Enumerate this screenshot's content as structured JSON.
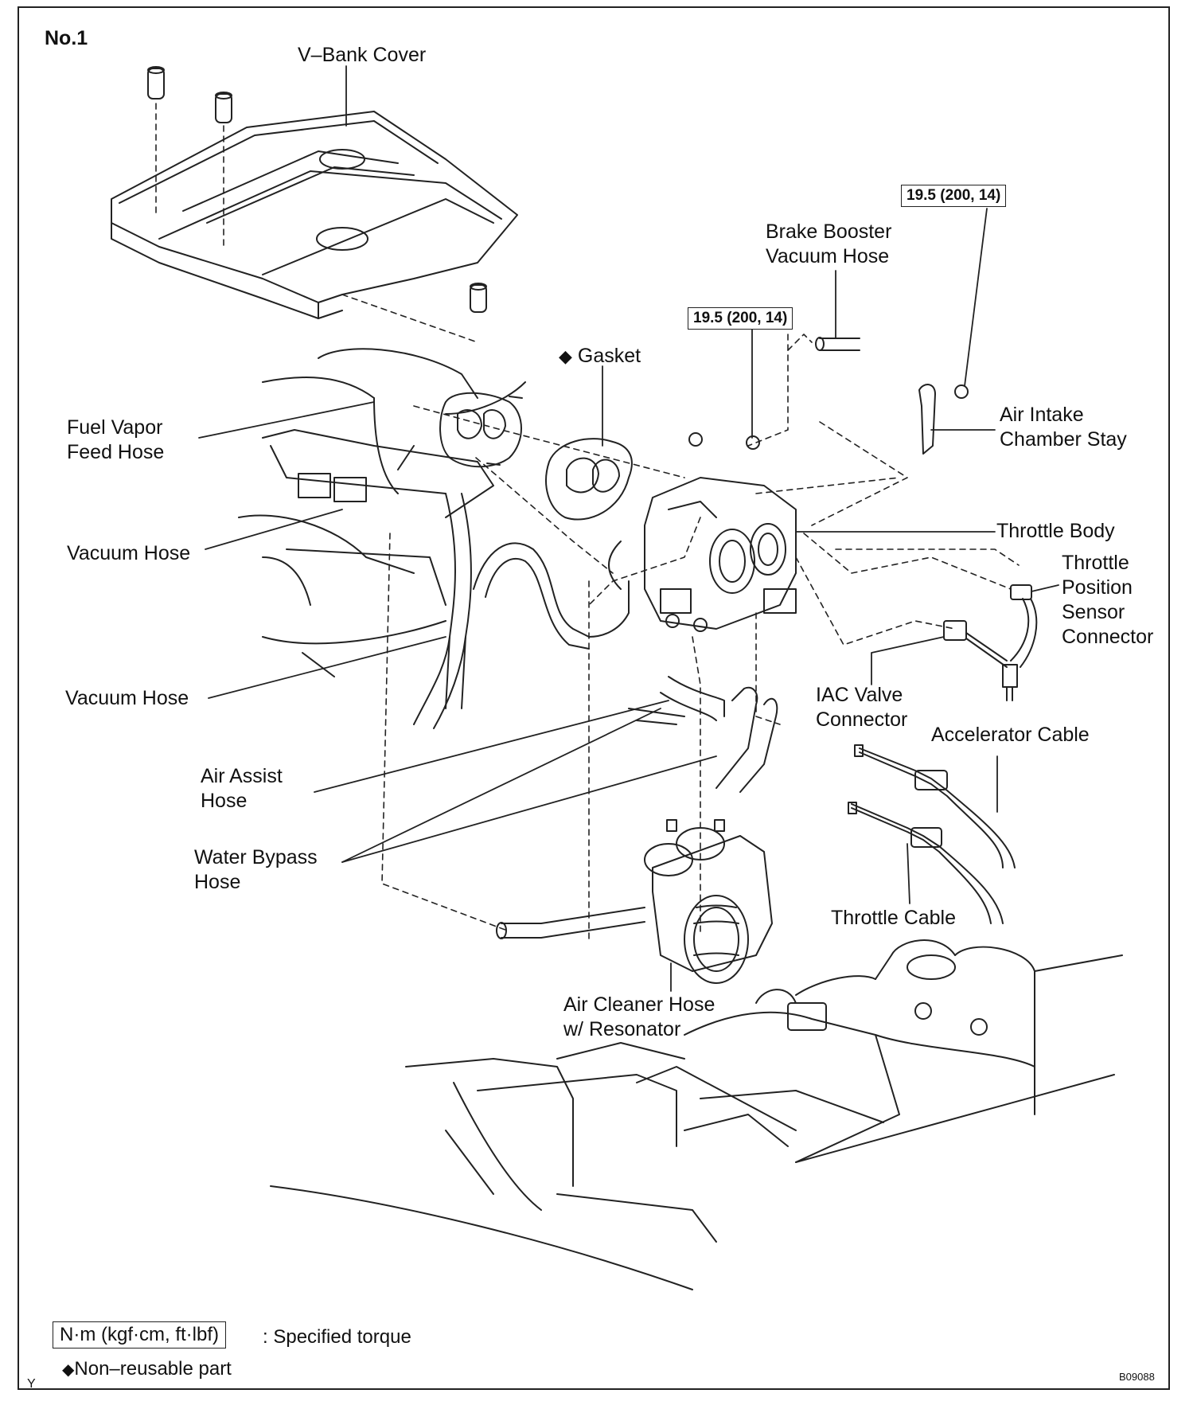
{
  "page_title": "No.1",
  "figure_code": "B09088",
  "corner_mark": "Y",
  "labels": {
    "v_bank_cover": "V–Bank Cover",
    "brake_booster": [
      "Brake Booster",
      "Vacuum Hose"
    ],
    "gasket": "Gasket",
    "fuel_vapor": [
      "Fuel Vapor",
      "Feed Hose"
    ],
    "air_intake_stay": [
      "Air Intake",
      "Chamber Stay"
    ],
    "throttle_body": "Throttle Body",
    "vacuum_hose_1": "Vacuum Hose",
    "tps_connector": [
      "Throttle",
      "Position",
      "Sensor",
      "Connector"
    ],
    "vacuum_hose_2": "Vacuum Hose",
    "iac_connector": [
      "IAC Valve",
      "Connector"
    ],
    "accelerator_cable": "Accelerator Cable",
    "air_assist": [
      "Air  Assist",
      "Hose"
    ],
    "water_bypass": [
      "Water Bypass",
      "Hose"
    ],
    "throttle_cable": "Throttle Cable",
    "air_cleaner": [
      "Air Cleaner Hose",
      "w/ Resonator"
    ]
  },
  "torque_values": [
    "19.5 (200, 14)",
    "19.5 (200, 14)"
  ],
  "legend": {
    "torque_unit": "N·m (kgf·cm, ft·lbf)",
    "torque_desc": ": Specified torque",
    "nonreusable": "Non–reusable part"
  },
  "symbols": {
    "diamond": "◆"
  }
}
